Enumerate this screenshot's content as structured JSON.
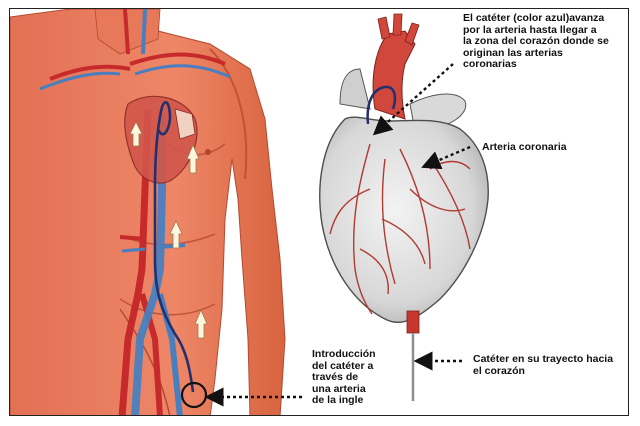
{
  "labels": {
    "catheter_advance": "El catéter (color azul)avanza\npor la arteria hasta llegar a\nla zona del corazón donde se\noriginan las arterias\ncoronarias",
    "coronary_artery": "Arteria coronaria",
    "catheter_path": "Catéter en su trayecto hacia\nel corazón",
    "introduction": "Introducción\ndel catéter a\ntravés de\nuna arteria\nde la ingle"
  },
  "colors": {
    "skin": "#e8795a",
    "skin_shadow": "#c9573e",
    "artery_red": "#c62a2a",
    "vein_blue": "#4a7fbf",
    "catheter_blue": "#24306e",
    "heart_gray": "#d9d9d9",
    "heart_outline": "#555555",
    "aorta_red": "#d2473c",
    "border": "#222222"
  }
}
